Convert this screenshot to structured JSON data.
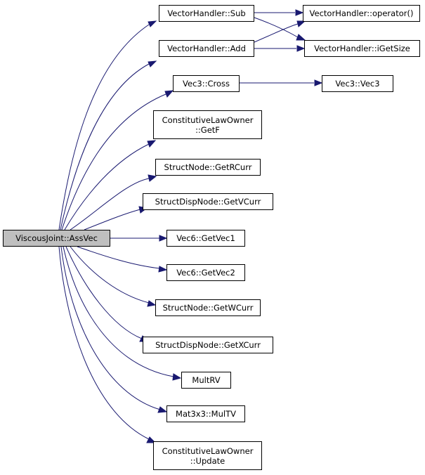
{
  "root": {
    "label": "ViscousJoint::AssVec"
  },
  "nodes": [
    {
      "id": "sub",
      "label": "VectorHandler::Sub"
    },
    {
      "id": "add",
      "label": "VectorHandler::Add"
    },
    {
      "id": "cross",
      "label": "Vec3::Cross"
    },
    {
      "id": "getf",
      "label_line1": "ConstitutiveLawOwner",
      "label_line2": "::GetF"
    },
    {
      "id": "getrcurr",
      "label": "StructNode::GetRCurr"
    },
    {
      "id": "getvcurr",
      "label": "StructDispNode::GetVCurr"
    },
    {
      "id": "getvec1",
      "label": "Vec6::GetVec1"
    },
    {
      "id": "getvec2",
      "label": "Vec6::GetVec2"
    },
    {
      "id": "getwcurr",
      "label": "StructNode::GetWCurr"
    },
    {
      "id": "getxcurr",
      "label": "StructDispNode::GetXCurr"
    },
    {
      "id": "multrv",
      "label": "MultRV"
    },
    {
      "id": "multv",
      "label": "Mat3x3::MulTV"
    },
    {
      "id": "update",
      "label_line1": "ConstitutiveLawOwner",
      "label_line2": "::Update"
    },
    {
      "id": "operator",
      "label": "VectorHandler::operator()"
    },
    {
      "id": "igetsize",
      "label": "VectorHandler::iGetSize"
    },
    {
      "id": "vec3",
      "label": "Vec3::Vec3"
    }
  ],
  "colors": {
    "edge": "#191970",
    "root_fill": "#bfbfbf",
    "node_fill": "#ffffff"
  }
}
